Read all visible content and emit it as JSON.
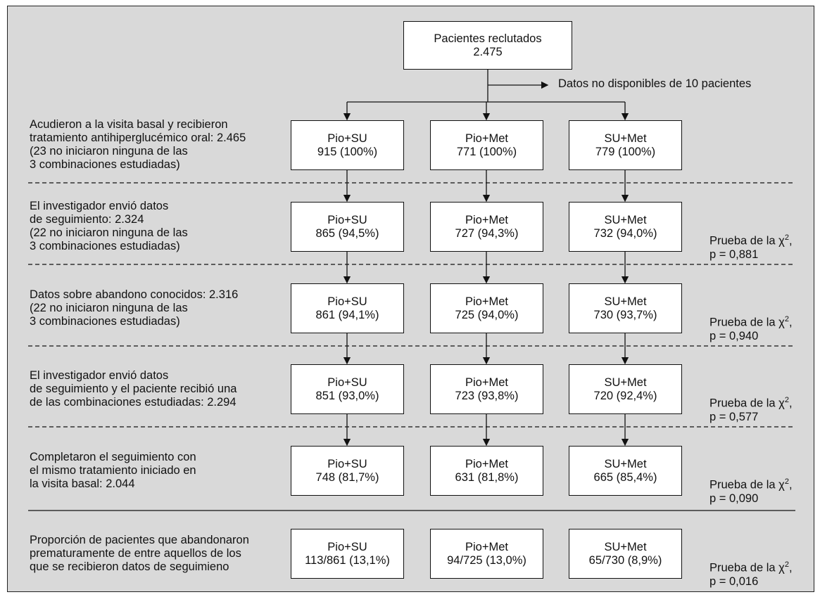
{
  "top": {
    "title": "Pacientes reclutados",
    "count": "2.475"
  },
  "side_note": "Datos no disponibles de 10 pacientes",
  "rows": [
    {
      "label": [
        "Acudieron a la visita basal y recibieron",
        "tratamiento antihiperglucémico oral: 2.465",
        "(23 no iniciaron ninguna de las",
        "3 combinaciones estudiadas)"
      ],
      "boxes": [
        {
          "name": "Pio+SU",
          "value": "915 (100%)"
        },
        {
          "name": "Pio+Met",
          "value": "771 (100%)"
        },
        {
          "name": "SU+Met",
          "value": "779 (100%)"
        }
      ],
      "stat": null
    },
    {
      "label": [
        "El investigador envió datos",
        "de seguimiento: 2.324",
        "(22 no iniciaron ninguna de las",
        "3 combinaciones estudiadas)"
      ],
      "boxes": [
        {
          "name": "Pio+SU",
          "value": "865 (94,5%)"
        },
        {
          "name": "Pio+Met",
          "value": "727 (94,3%)"
        },
        {
          "name": "SU+Met",
          "value": "732 (94,0%)"
        }
      ],
      "stat": {
        "test": "Prueba de la χ",
        "sup": "2",
        "p": "p = 0,881"
      }
    },
    {
      "label": [
        "Datos sobre abandono conocidos: 2.316",
        "(22 no iniciaron ninguna de las",
        "3 combinaciones estudiadas)"
      ],
      "boxes": [
        {
          "name": "Pio+SU",
          "value": "861 (94,1%)"
        },
        {
          "name": "Pio+Met",
          "value": "725 (94,0%)"
        },
        {
          "name": "SU+Met",
          "value": "730 (93,7%)"
        }
      ],
      "stat": {
        "test": "Prueba de la χ",
        "sup": "2",
        "p": "p = 0,940"
      }
    },
    {
      "label": [
        "El investigador envió datos",
        "de seguimiento y el paciente recibió una",
        "de las combinaciones estudiadas: 2.294"
      ],
      "boxes": [
        {
          "name": "Pio+SU",
          "value": "851 (93,0%)"
        },
        {
          "name": "Pio+Met",
          "value": "723 (93,8%)"
        },
        {
          "name": "SU+Met",
          "value": "720 (92,4%)"
        }
      ],
      "stat": {
        "test": "Prueba de la χ",
        "sup": "2",
        "p": "p = 0,577"
      }
    },
    {
      "label": [
        "Completaron el seguimiento con",
        "el mismo tratamiento iniciado en",
        "la visita basal: 2.044"
      ],
      "boxes": [
        {
          "name": "Pio+SU",
          "value": "748 (81,7%)"
        },
        {
          "name": "Pio+Met",
          "value": "631 (81,8%)"
        },
        {
          "name": "SU+Met",
          "value": "665 (85,4%)"
        }
      ],
      "stat": {
        "test": "Prueba de la χ",
        "sup": "2",
        "p": "p = 0,090"
      }
    },
    {
      "label": [
        "Proporción de pacientes que abandonaron",
        "prematuramente de entre aquellos de los",
        "que se recibieron datos de seguimieno"
      ],
      "boxes": [
        {
          "name": "Pio+SU",
          "value": "113/861 (13,1%)"
        },
        {
          "name": "Pio+Met",
          "value": "94/725 (13,0%)"
        },
        {
          "name": "SU+Met",
          "value": "65/730 (8,9%)"
        }
      ],
      "stat": {
        "test": "Prueba de la χ",
        "sup": "2",
        "p": "p = 0,016"
      }
    }
  ]
}
